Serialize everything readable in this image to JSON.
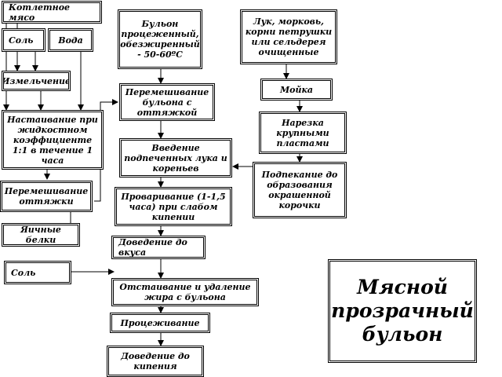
{
  "diagram": {
    "title": "Мясной прозрачный бульон",
    "nodes": {
      "meat": "Котлетное мясо",
      "salt1": "Соль",
      "water": "Вода",
      "grinding": "Измельчение",
      "infusion": "Настаивание при жидкостном коэффициенте 1:1 в течение 1 часа",
      "mix_pull": "Перемешивание оттяжки",
      "egg_whites": "Яичные белки",
      "salt2": "Соль",
      "broth_strained": "Бульон процеженный, обезжиренный - 50-60ºС",
      "mix_broth": "Перемешивание бульона с оттяжкой",
      "add_veg": "Введение подпеченных лука и кореньев",
      "simmer": "Проваривание (1-1,5 часа) при слабом кипении",
      "season": "Доведение до вкуса",
      "settle": "Отстаивание и удаление жира с бульона",
      "strain": "Процеживание",
      "boil": "Доведение до кипения",
      "vegetables": "Лук, морковь, корни петрушки или сельдерея очищенные",
      "wash": "Мойка",
      "cut": "Нарезка крупными пластами",
      "bake": "Подпекание до образования окрашенной корочки"
    }
  }
}
